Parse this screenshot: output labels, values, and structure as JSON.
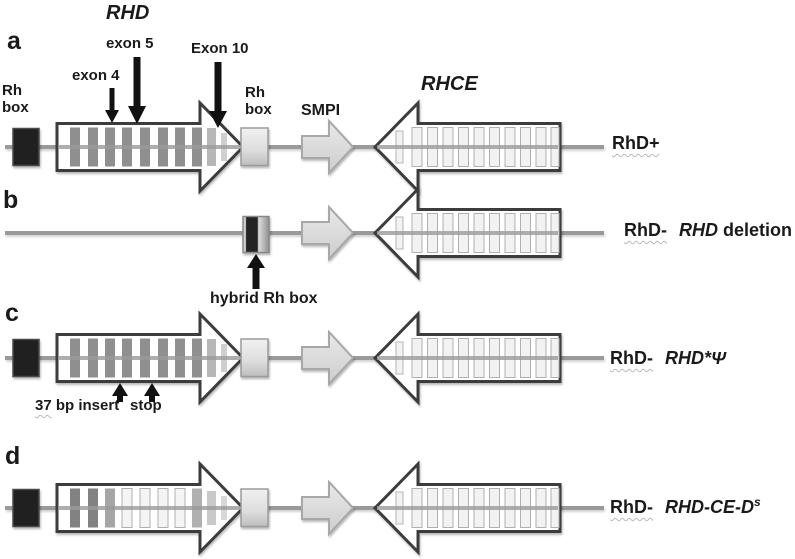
{
  "figure": {
    "panel_letters": {
      "a": "a",
      "b": "b",
      "c": "c",
      "d": "d"
    },
    "header": {
      "rhd_gene": "RHD",
      "exon4": "exon 4",
      "exon5": "exon 5",
      "exon10": "Exon 10",
      "rh_box_left_line1": "Rh",
      "rh_box_left_line2": "box",
      "rh_box_right_line1": "Rh",
      "rh_box_right_line2": "box",
      "smpi": "SMPI",
      "rhce_gene": "RHCE"
    },
    "annotations": {
      "hybrid_rh_box": "hybrid Rh box",
      "insert_num": "37",
      "insert_rest": " bp insert",
      "stop": "stop"
    },
    "row_labels": {
      "a": {
        "phenotype": "RhD+"
      },
      "b": {
        "phenotype": "RhD-",
        "gene": "RHD",
        "suffix": " deletion"
      },
      "c": {
        "phenotype": "RhD-",
        "gene": "RHD*Ψ"
      },
      "d": {
        "phenotype": "RhD-",
        "gene": "RHD-CE-D",
        "sup": "s"
      }
    },
    "colors": {
      "gene_line": "#9a9a9a",
      "arrow_outline": "#3c3c3c",
      "rhd_exon_stripe": "#8f8f8f",
      "rhce_exon_stripe": "#f2f2f2",
      "dark_rh_box": "#202020",
      "smpi_fill": "#dcdcdc",
      "annotation_arrow": "#111111"
    }
  }
}
